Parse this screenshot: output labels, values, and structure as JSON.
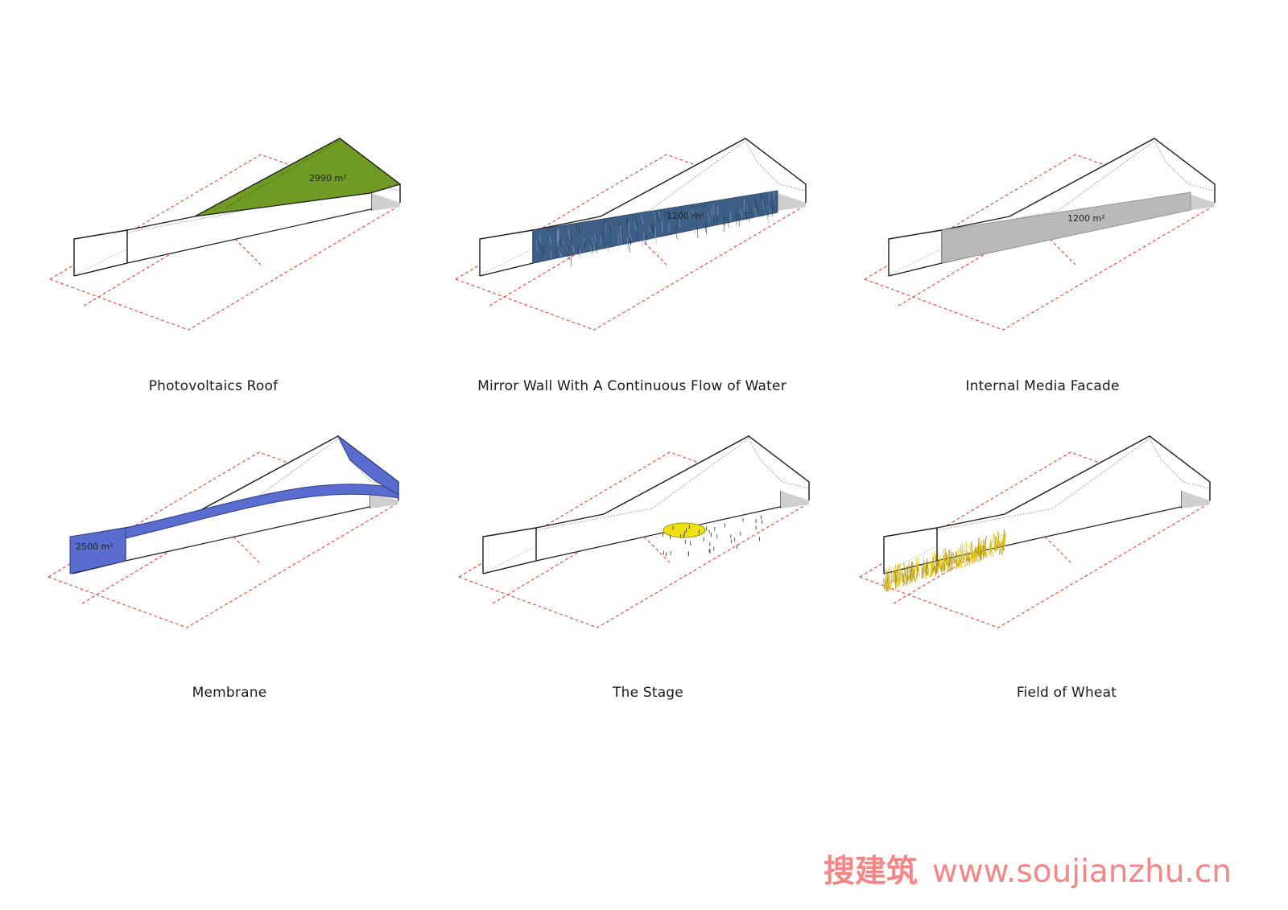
{
  "diagrams": [
    {
      "caption": "Photovoltaics Roof",
      "feature": "roof",
      "area_label": "2990 m²",
      "color": "#6f9a23"
    },
    {
      "caption": "Mirror Wall With A Continuous Flow of Water",
      "feature": "mirror",
      "area_label": "1200 m²",
      "color": "#3d5f86"
    },
    {
      "caption": "Internal Media Facade",
      "feature": "media",
      "area_label": "1200 m²",
      "color": "#b9b9bb"
    },
    {
      "caption": "Membrane",
      "feature": "membrane",
      "area_label": "2500 m²",
      "color": "#5a6ccd"
    },
    {
      "caption": "The Stage",
      "feature": "stage",
      "area_label": "",
      "color": "#f0e010"
    },
    {
      "caption": "Field of Wheat",
      "feature": "wheat",
      "area_label": "",
      "color": "#e0c41a"
    }
  ],
  "colors": {
    "outline": "#1a1a1a",
    "site_boundary": "#e0443c",
    "watermark": "#f06060"
  },
  "watermark": {
    "cn": "搜建筑",
    "url": "www.soujianzhu.cn"
  }
}
